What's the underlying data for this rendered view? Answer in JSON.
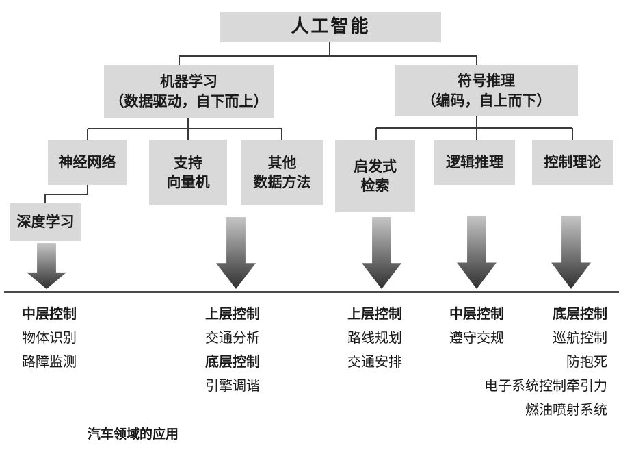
{
  "nodes": {
    "ai": "人工智能",
    "ml_title": "机器学习",
    "ml_subtitle": "（数据驱动，自下而上）",
    "sr_title": "符号推理",
    "sr_subtitle": "（编码，自上而下）",
    "neural_networks": "神经网络",
    "svm_line1": "支持",
    "svm_line2": "向量机",
    "other_line1": "其他",
    "other_line2": "数据方法",
    "heuristic_line1": "启发式",
    "heuristic_line2": "检索",
    "logical_reasoning": "逻辑推理",
    "control_theory": "控制理论",
    "deep_learning": "深度学习"
  },
  "applications": {
    "columns": [
      {
        "items": [
          {
            "text": "中层控制"
          },
          {
            "text": "物体识别"
          },
          {
            "text": "路障监测"
          }
        ]
      },
      {
        "items": [
          {
            "text": "上层控制"
          },
          {
            "text": "交通分析"
          },
          {
            "text": "底层控制"
          },
          {
            "text": "引擎调谐"
          }
        ]
      },
      {
        "items": [
          {
            "text": "上层控制"
          },
          {
            "text": "路线规划"
          },
          {
            "text": "交通安排"
          }
        ]
      },
      {
        "items": [
          {
            "text": "中层控制"
          },
          {
            "text": "遵守交规"
          }
        ]
      },
      {
        "items": [
          {
            "text": "底层控制"
          },
          {
            "text": "巡航控制"
          },
          {
            "text": "防抱死"
          },
          {
            "text": "电子系统控制牵引力"
          },
          {
            "text": "燃油喷射系统"
          }
        ]
      }
    ],
    "caption": "汽车领域的应用"
  },
  "colors": {
    "box_bg": "#d9d9d9",
    "line": "#3a3a3a",
    "text": "#1a1a1a",
    "divider": "#4a4a4a",
    "arrow_top": "#c6c6c6",
    "arrow_bottom": "#2f2f2f",
    "page_bg": "#ffffff"
  }
}
